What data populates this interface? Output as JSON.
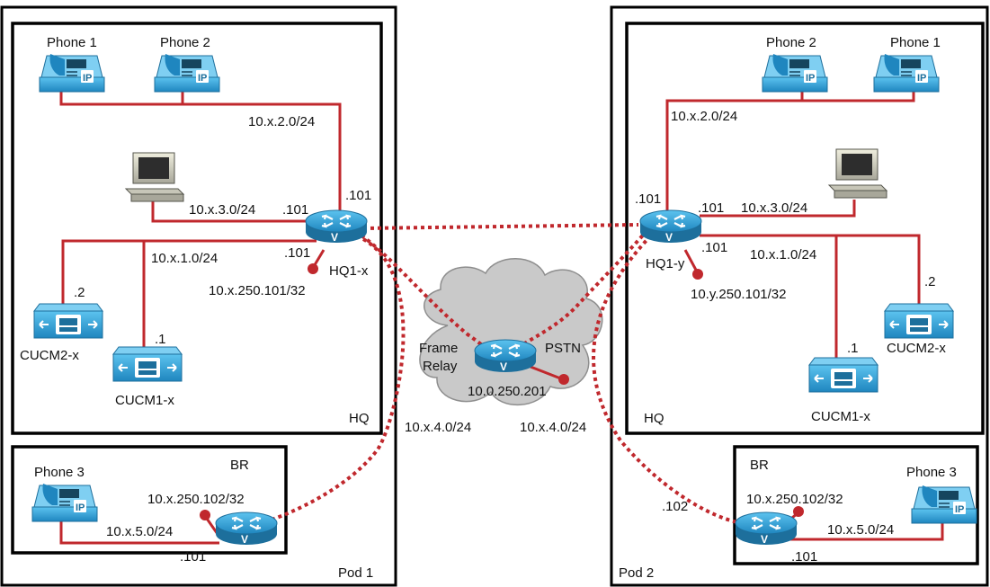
{
  "colors": {
    "link": "#c0282d",
    "device_blue": "#2f9fd5",
    "device_dark": "#1d6f9c",
    "cloud": "#c9c9c9",
    "frame": "#000000"
  },
  "pod1": {
    "label": "Pod 1",
    "hq": {
      "label": "HQ",
      "phone1": "Phone 1",
      "phone2": "Phone 2",
      "net_voice": "10.x.2.0/24",
      "net_data": "10.x.3.0/24",
      "net_server": "10.x.1.0/24",
      "router_name": "HQ1-x",
      "router_ip_top": ".101",
      "router_ip_left": ".101",
      "router_ip_bottom": ".101",
      "loopback": "10.x.250.101/32",
      "cucm2_name": "CUCM2-x",
      "cucm2_ip": ".2",
      "cucm1_name": "CUCM1-x",
      "cucm1_ip": ".1",
      "wan_net": "10.x.4.0/24"
    },
    "br": {
      "label": "BR",
      "phone3": "Phone 3",
      "loopback": "10.x.250.102/32",
      "net": "10.x.5.0/24",
      "router_ip": ".101"
    }
  },
  "pod2": {
    "label": "Pod 2",
    "hq": {
      "label": "HQ",
      "phone1": "Phone 1",
      "phone2": "Phone 2",
      "net_voice": "10.x.2.0/24",
      "net_data": "10.x.3.0/24",
      "net_server": "10.x.1.0/24",
      "router_name": "HQ1-y",
      "router_ip_left": ".101",
      "router_ip_right": ".101",
      "router_ip_bottom": ".101",
      "loopback": "10.y.250.101/32",
      "cucm2_name": "CUCM2-x",
      "cucm2_ip": ".2",
      "cucm1_name": "CUCM1-x",
      "cucm1_ip": ".1",
      "wan_net": "10.x.4.0/24"
    },
    "br": {
      "label": "BR",
      "phone3": "Phone 3",
      "loopback": "10.x.250.102/32",
      "net": "10.x.5.0/24",
      "router_ip": ".101",
      "wan_ip": ".102"
    }
  },
  "cloud": {
    "frame_relay_line1": "Frame",
    "frame_relay_line2": "Relay",
    "pstn": "PSTN",
    "pstn_ip": "10.0.250.201"
  },
  "icons": {
    "phone": "ip-phone-icon",
    "router": "voice-router-icon",
    "cucm": "call-manager-icon",
    "pc": "workstation-icon",
    "cloud": "frame-relay-cloud-icon"
  }
}
